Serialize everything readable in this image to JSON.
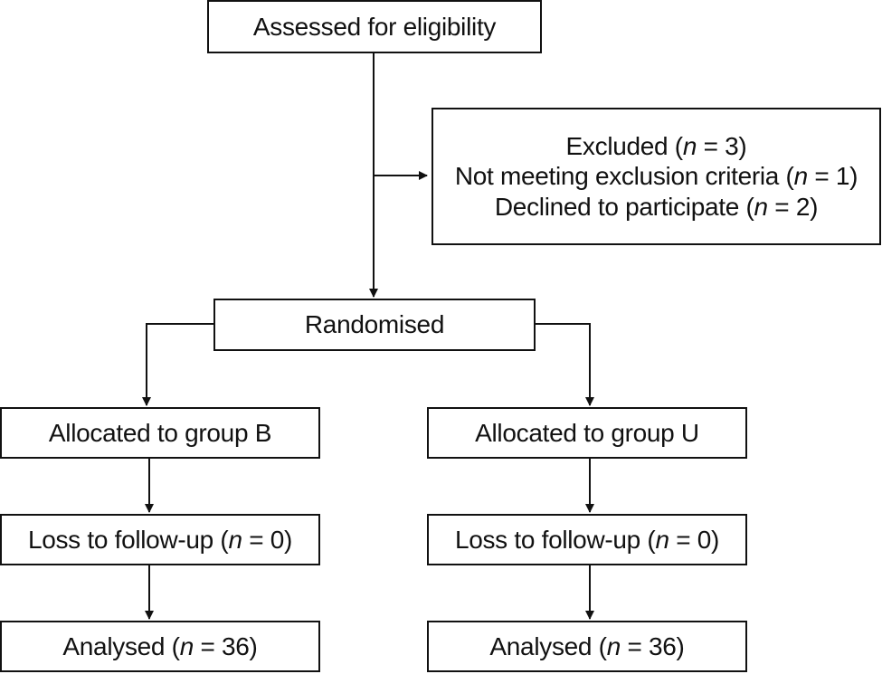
{
  "nodes": {
    "assessed": {
      "label": "Assessed for eligibility"
    },
    "excluded": {
      "lines": [
        {
          "before": "Excluded (",
          "var": "n",
          "after": " = 3)"
        },
        {
          "before": "Not meeting exclusion criteria (",
          "var": "n",
          "after": " = 1)"
        },
        {
          "before": "Declined to participate (",
          "var": "n",
          "after": " = 2)"
        }
      ]
    },
    "randomised": {
      "label": "Randomised"
    },
    "group_b": {
      "allocated": {
        "label": "Allocated to group B"
      },
      "loss": {
        "before": "Loss to follow-up (",
        "var": "n",
        "after": " = 0)"
      },
      "analysed": {
        "before": "Analysed (",
        "var": "n",
        "after": " = 36)"
      }
    },
    "group_u": {
      "allocated": {
        "label": "Allocated to group U"
      },
      "loss": {
        "before": "Loss to follow-up (",
        "var": "n",
        "after": " = 0)"
      },
      "analysed": {
        "before": "Analysed (",
        "var": "n",
        "after": " = 36)"
      }
    }
  },
  "edges": [
    {
      "from": "assessed",
      "to": "excluded"
    },
    {
      "from": "assessed",
      "to": "randomised"
    },
    {
      "from": "randomised",
      "to": "group_b.allocated"
    },
    {
      "from": "randomised",
      "to": "group_u.allocated"
    },
    {
      "from": "group_b.allocated",
      "to": "group_b.loss"
    },
    {
      "from": "group_b.loss",
      "to": "group_b.analysed"
    },
    {
      "from": "group_u.allocated",
      "to": "group_u.loss"
    },
    {
      "from": "group_u.loss",
      "to": "group_u.analysed"
    }
  ]
}
